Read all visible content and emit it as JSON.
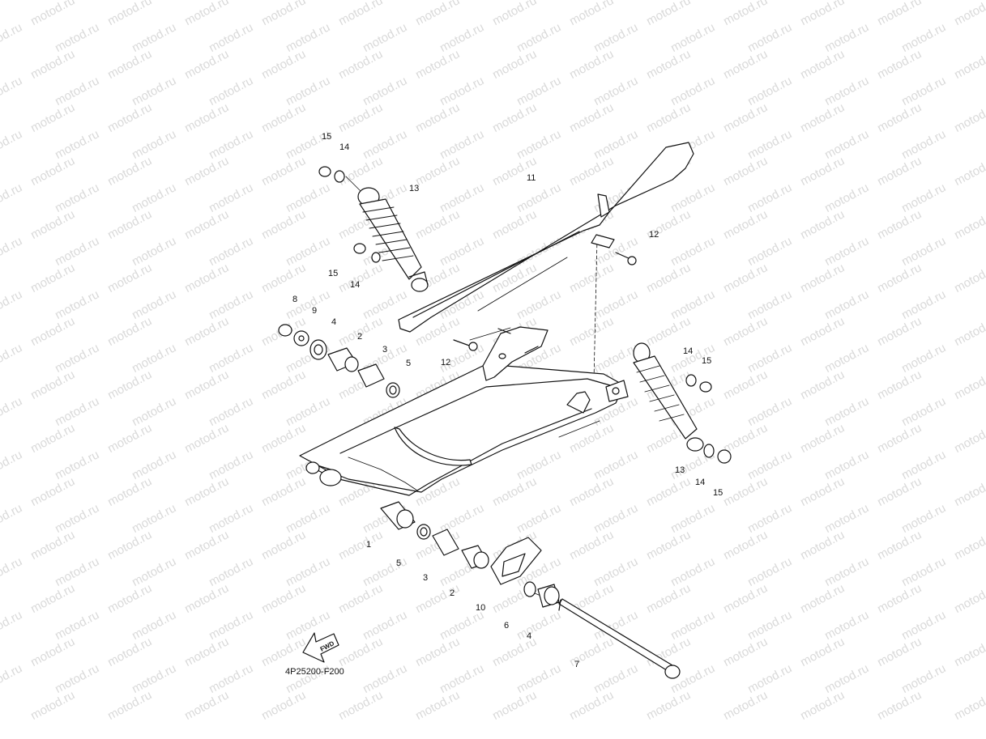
{
  "watermark": {
    "text": "motod.ru"
  },
  "diagram": {
    "part_code": "4P25200-F200",
    "fwd_label": "FWD",
    "callouts": {
      "c1": "1",
      "c2a": "2",
      "c2b": "2",
      "c3a": "3",
      "c3b": "3",
      "c4a": "4",
      "c4b": "4",
      "c5a": "5",
      "c5b": "5",
      "c6": "6",
      "c7": "7",
      "c8": "8",
      "c9": "9",
      "c10": "10",
      "c11": "11",
      "c12a": "12",
      "c12b": "12",
      "c13a": "13",
      "c13b": "13",
      "c14a": "14",
      "c14b": "14",
      "c14c": "14",
      "c14d": "14",
      "c15a": "15",
      "c15b": "15",
      "c15c": "15",
      "c15d": "15"
    }
  }
}
